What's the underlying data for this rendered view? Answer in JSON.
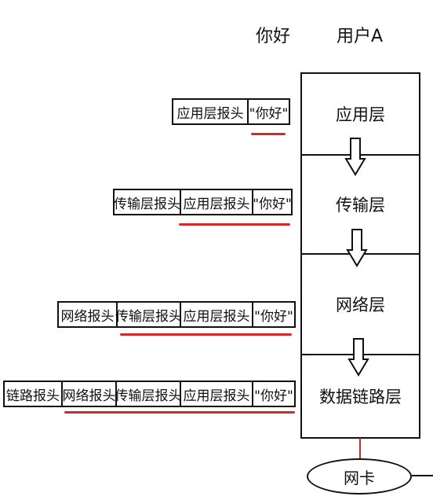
{
  "header": {
    "message_label": "你好",
    "user_label": "用户A"
  },
  "stack": {
    "layers": [
      "应用层",
      "传输层",
      "网络层",
      "数据链路层"
    ],
    "nic": "网卡"
  },
  "encapsulation": {
    "row1": [
      "应用层报头",
      "\"你好\""
    ],
    "row2": [
      "传输层报头",
      "应用层报头",
      "\"你好\""
    ],
    "row3": [
      "网络报头",
      "传输层报头",
      "应用层报头",
      "\"你好\""
    ],
    "row4": [
      "链路报头",
      "网络报头",
      "传输层报头",
      "应用层报头",
      "\"你好\""
    ]
  },
  "colors": {
    "underline": "#d22a2a",
    "stroke": "#111111"
  }
}
